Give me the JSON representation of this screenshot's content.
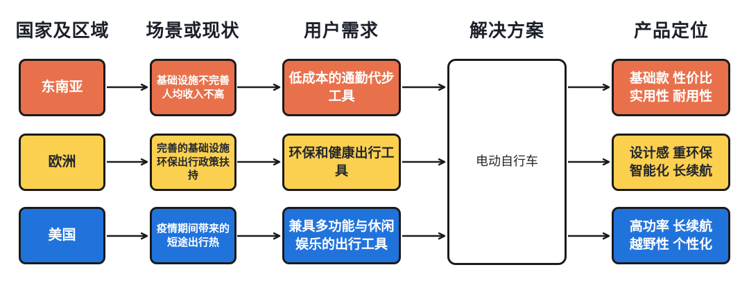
{
  "headers": [
    {
      "label": "国家及区域"
    },
    {
      "label": "场景或现状"
    },
    {
      "label": "用户需求"
    },
    {
      "label": "解决方案"
    },
    {
      "label": "产品定位"
    }
  ],
  "rows": [
    {
      "region": "东南亚",
      "scenario": "基础设施不完善\n人均收入不高",
      "need": "低成本的通勤代步\n工具",
      "positioning": "基础款 性价比\n实用性 耐用性",
      "fill": "#E8714B",
      "text_color": "#FFFFFF"
    },
    {
      "region": "欧洲",
      "scenario": "完善的基础设施\n环保出行政策扶\n持",
      "need": "环保和健康出行工\n具",
      "positioning": "设计感 重环保\n智能化 长续航",
      "fill": "#FBD04F",
      "text_color": "#23262E"
    },
    {
      "region": "美国",
      "scenario": "疫情期间带来的\n短途出行热",
      "need": "兼具多功能与休闲\n娱乐的出行工具",
      "positioning": "高功率 长续航\n越野性 个性化",
      "fill": "#2173DC",
      "text_color": "#FFFFFF"
    }
  ],
  "solution": {
    "label": "电动自行车",
    "fill": "#FFFFFF",
    "text_color": "#23262E"
  },
  "colors": {
    "node_border": "#1A1A1A",
    "arrow": "#1A1A1A",
    "heading_text": "#1B1F28",
    "background": "#FFFFFF"
  }
}
